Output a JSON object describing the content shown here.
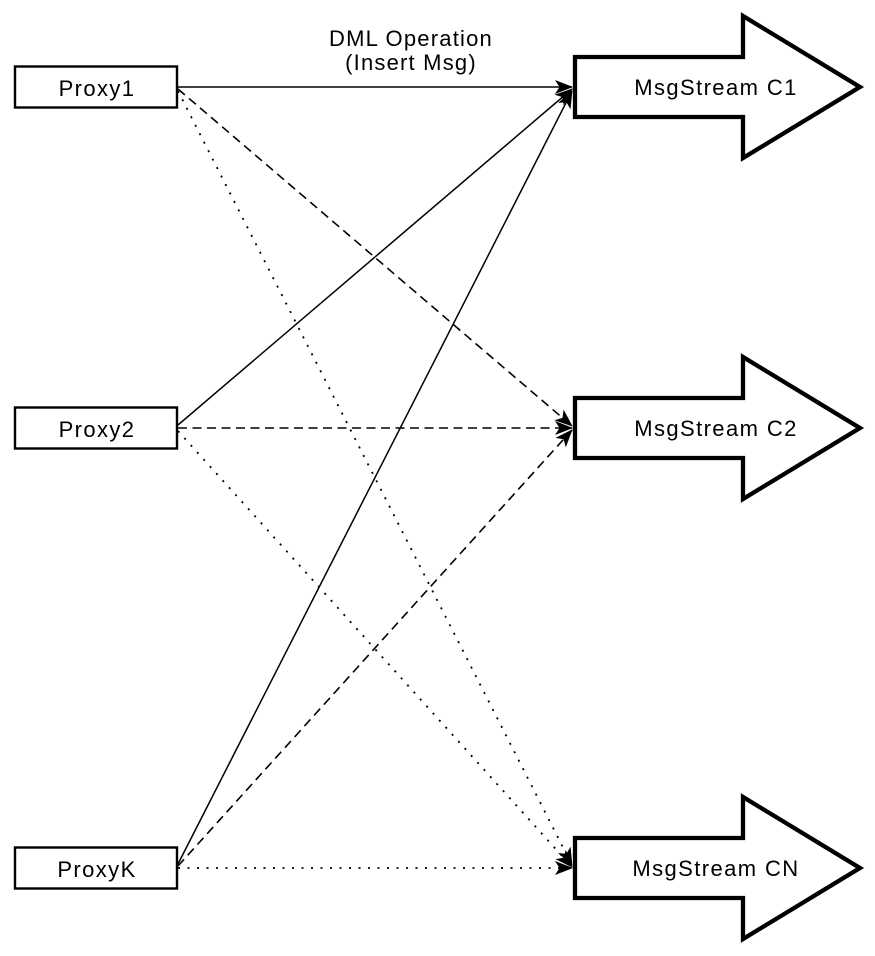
{
  "diagram": {
    "title": {
      "line1": "DML Operation",
      "line2": "(Insert Msg)"
    },
    "proxies": [
      {
        "label": "Proxy1"
      },
      {
        "label": "Proxy2"
      },
      {
        "label": "ProxyK"
      }
    ],
    "streams": [
      {
        "label": "MsgStream C1"
      },
      {
        "label": "MsgStream C2"
      },
      {
        "label": "MsgStream CN"
      }
    ],
    "connections": [
      {
        "from": "Proxy1",
        "to": "MsgStream C1",
        "line_style": "solid"
      },
      {
        "from": "Proxy1",
        "to": "MsgStream C2",
        "line_style": "dashed"
      },
      {
        "from": "Proxy1",
        "to": "MsgStream CN",
        "line_style": "dotted"
      },
      {
        "from": "Proxy2",
        "to": "MsgStream C1",
        "line_style": "solid"
      },
      {
        "from": "Proxy2",
        "to": "MsgStream C2",
        "line_style": "dashed"
      },
      {
        "from": "Proxy2",
        "to": "MsgStream CN",
        "line_style": "dotted"
      },
      {
        "from": "ProxyK",
        "to": "MsgStream C1",
        "line_style": "solid"
      },
      {
        "from": "ProxyK",
        "to": "MsgStream C2",
        "line_style": "dashed"
      },
      {
        "from": "ProxyK",
        "to": "MsgStream CN",
        "line_style": "dotted"
      }
    ],
    "colors": {
      "stroke": "#000000",
      "fill": "#ffffff",
      "background": "#ffffff"
    }
  }
}
